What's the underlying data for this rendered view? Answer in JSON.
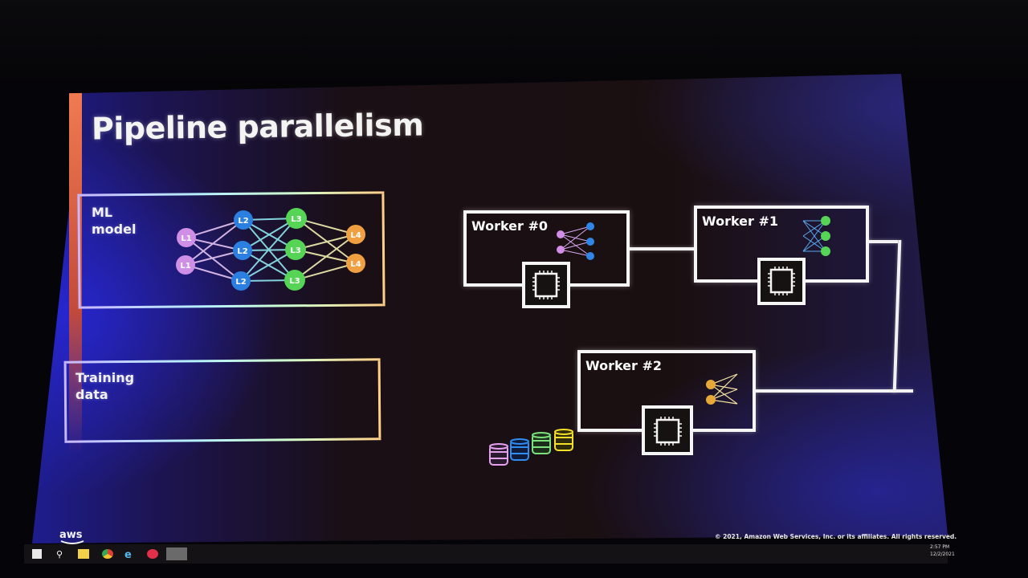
{
  "slide": {
    "title": "Pipeline parallelism",
    "panels": {
      "ml_model": {
        "label_line1": "ML",
        "label_line2": "model"
      },
      "training_data": {
        "label_line1": "Training",
        "label_line2": "data"
      }
    },
    "network": {
      "layers": [
        {
          "name": "L1",
          "count": 2,
          "color": "#d28ee6"
        },
        {
          "name": "L2",
          "count": 3,
          "color": "#2f86e6"
        },
        {
          "name": "L3",
          "count": 3,
          "color": "#4fd44f"
        },
        {
          "name": "L4",
          "count": 2,
          "color": "#f0a040"
        }
      ]
    },
    "workers": [
      {
        "label": "Worker #0",
        "layers": [
          "L1",
          "L2"
        ]
      },
      {
        "label": "Worker #1",
        "layers": [
          "L3"
        ]
      },
      {
        "label": "Worker #2",
        "layers": [
          "L4"
        ]
      }
    ],
    "data_stacks": [
      {
        "color": "#e6a0f0"
      },
      {
        "color": "#2f8cf0"
      },
      {
        "color": "#7de07d"
      },
      {
        "color": "#f2e02a"
      }
    ],
    "brand": "aws",
    "copyright": "© 2021, Amazon Web Services, Inc. or its affiliates. All rights reserved."
  },
  "taskbar": {
    "icons": [
      "windows-start",
      "search",
      "file-explorer",
      "chrome",
      "internet-explorer",
      "app-red",
      "presentation-app"
    ],
    "time": "2:57 PM",
    "date": "12/2/2021"
  }
}
